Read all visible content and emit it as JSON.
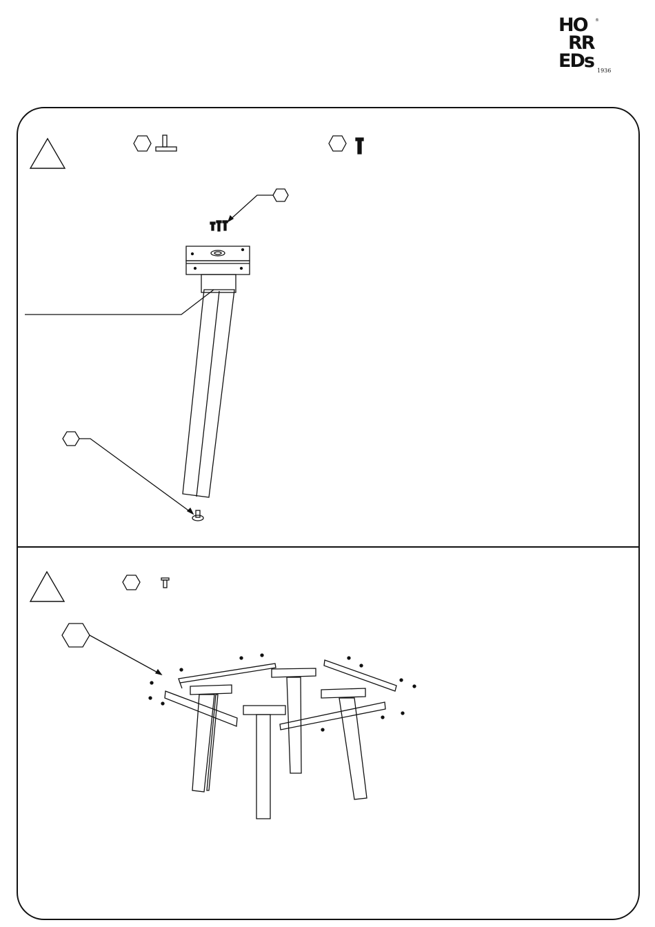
{
  "logo": {
    "letters": [
      "HO",
      "RR",
      "EDs"
    ],
    "registered": "®",
    "year": "1936"
  },
  "steps": [
    {
      "icons": [
        "warning-triangle-icon",
        "part-hexagon-icon",
        "foot-glide-icon",
        "part-hexagon-icon",
        "screw-icon"
      ],
      "drawing": "leg-with-bracket"
    },
    {
      "icons": [
        "warning-triangle-icon",
        "part-hexagon-icon",
        "screw-icon"
      ],
      "drawing": "table-frame-assembly"
    }
  ],
  "colors": {
    "line": "#111111",
    "background": "#ffffff"
  }
}
